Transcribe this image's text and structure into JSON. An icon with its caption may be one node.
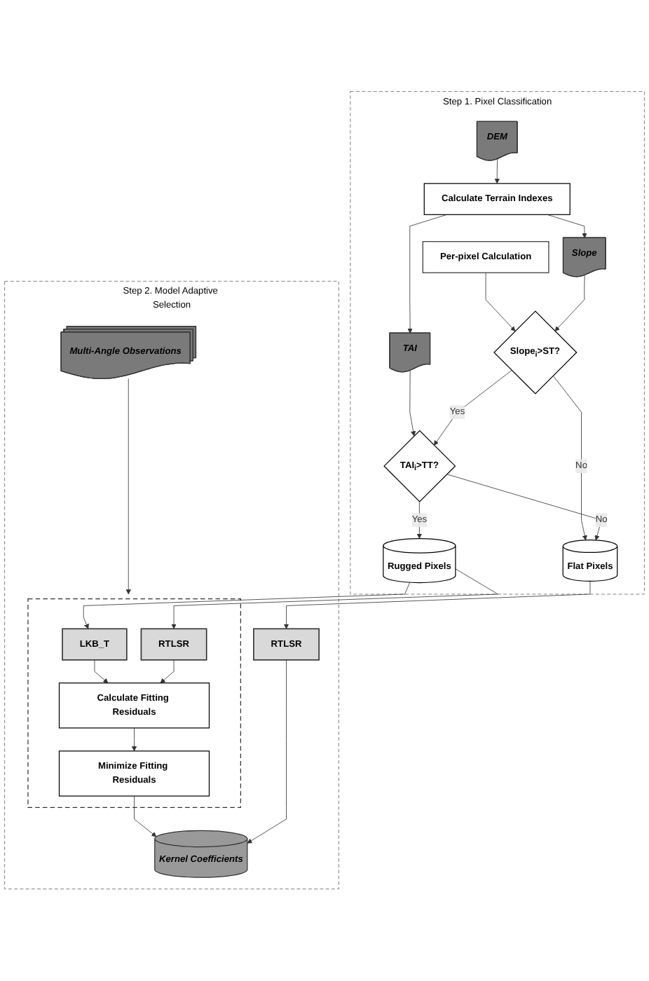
{
  "diagram": {
    "nodes": [
      {
        "text": [
          "Step 1. Pixel Classification"
        ]
      },
      {
        "text": [
          "DEM"
        ],
        "in": 0
      },
      {
        "text": [
          "Calculate Terrain Indexes"
        ],
        "in": 0
      },
      {
        "text": [
          "Per-pixel Calculation"
        ],
        "in": 0
      },
      {
        "text": [
          "Slope"
        ],
        "in": 0
      },
      {
        "text": [
          "TAI"
        ],
        "in": 0
      },
      {
        "text": [
          "Slope$_{i}$>ST?"
        ],
        "in": 0
      },
      {
        "text": [
          "TAI$_{i}$>TT?"
        ],
        "in": 0
      },
      {
        "text": [
          "Rugged Pixels"
        ],
        "in": 0
      },
      {
        "text": [
          "Flat Pixels"
        ],
        "in": 0
      },
      {
        "text": [
          "Step 2. Model Adaptive Selection"
        ]
      },
      {
        "text": [
          "Multi-Angle Observations"
        ],
        "in": 10
      },
      {
        "text": [],
        "shape": "box",
        "in": 10
      },
      {
        "text": [
          "LKB_T"
        ],
        "in": 12
      },
      {
        "text": [
          "RTLSR"
        ],
        "in": 12
      },
      {
        "text": [
          "Calculate Fitting Residuals"
        ],
        "in": 12
      },
      {
        "text": [
          "Minimize Fitting Residuals"
        ],
        "in": 12
      },
      {
        "text": [
          "RTLSR"
        ],
        "in": 10
      },
      {
        "text": [
          "Kernel Coefficients"
        ],
        "in": 10
      }
    ],
    "edges": [
      {
        "from": 1,
        "to": 2,
        "arrow": "to"
      },
      {
        "from": 2,
        "to": 4,
        "arrow": "to"
      },
      {
        "from": 2,
        "to": 5,
        "arrow": "to"
      },
      {
        "from": 3,
        "to": 6,
        "arrow": "to"
      },
      {
        "from": 4,
        "to": 6,
        "arrow": "to"
      },
      {
        "from": 5,
        "to": 7,
        "arrow": "to"
      },
      {
        "from": 6,
        "to": 7,
        "label": "Yes",
        "arrow": "to"
      },
      {
        "from": 6,
        "to": 9,
        "label": "No",
        "arrow": "to"
      },
      {
        "from": 7,
        "to": 9,
        "label": "No",
        "arrow": "to"
      },
      {
        "from": 7,
        "to": 8,
        "label": "Yes",
        "arrow": "to"
      },
      {
        "from": 8,
        "to": 13,
        "arrow": "to"
      },
      {
        "from": 8,
        "to": 14,
        "arrow": "to"
      },
      {
        "from": 9,
        "to": 17,
        "arrow": "to"
      },
      {
        "from": 11,
        "to": 12,
        "arrow": "to"
      },
      {
        "from": 13,
        "to": 15,
        "arrow": "to"
      },
      {
        "from": 14,
        "to": 15,
        "arrow": "to"
      },
      {
        "from": 15,
        "to": 16,
        "arrow": "to"
      },
      {
        "from": 16,
        "to": 18,
        "arrow": "to"
      },
      {
        "from": 17,
        "to": 18,
        "arrow": "to"
      }
    ]
  }
}
